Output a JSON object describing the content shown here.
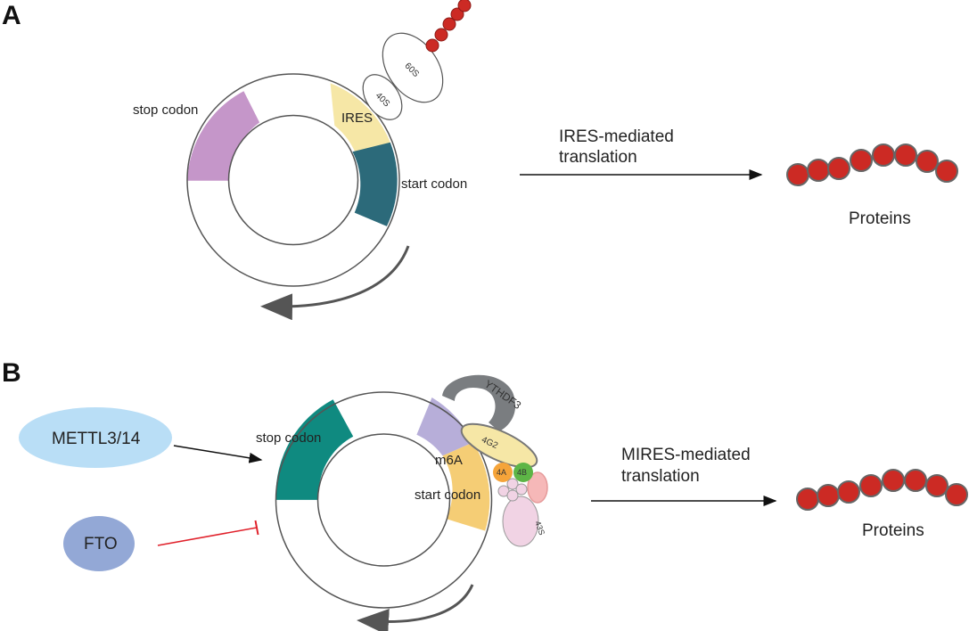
{
  "panel_a": {
    "letter": "A",
    "labels": {
      "stop_codon": "stop codon",
      "ires": "IRES",
      "start_codon": "start codon",
      "ribosome_60s": "60S",
      "ribosome_40s": "40S"
    },
    "arrow_text_line1": "IRES-mediated",
    "arrow_text_line2": "translation",
    "proteins": "Proteins"
  },
  "panel_b": {
    "letter": "B",
    "labels": {
      "mettl": "METTL3/14",
      "fto": "FTO",
      "stop_codon": "stop codon",
      "m6a": "m6A",
      "start_codon": "start codon",
      "ythdf3": "YTHDF3",
      "eif4g2": "4G2",
      "eif4a": "4A",
      "eif4b": "4B",
      "s43": "43S"
    },
    "arrow_text_line1": "MIRES-mediated",
    "arrow_text_line2": "translation",
    "proteins": "Proteins"
  },
  "colors": {
    "stop_codon_a": "#c596c9",
    "ires": "#f6e7a6",
    "start_codon_a": "#2c6a7a",
    "stop_codon_b": "#0f8a80",
    "m6a": "#b7aed9",
    "start_codon_b": "#f5cd75",
    "protein": "#cc2a24",
    "mettl": "#b9def6",
    "fto": "#93a8d6",
    "inhibit": "#e0202a",
    "ythdf3": "#7a7d80",
    "eif4g2": "#f6e7a6",
    "eif4a": "#f5a43a",
    "eif4b": "#5db546",
    "s43": "#f1d3e4",
    "pink_factor": "#f6b8b8"
  }
}
